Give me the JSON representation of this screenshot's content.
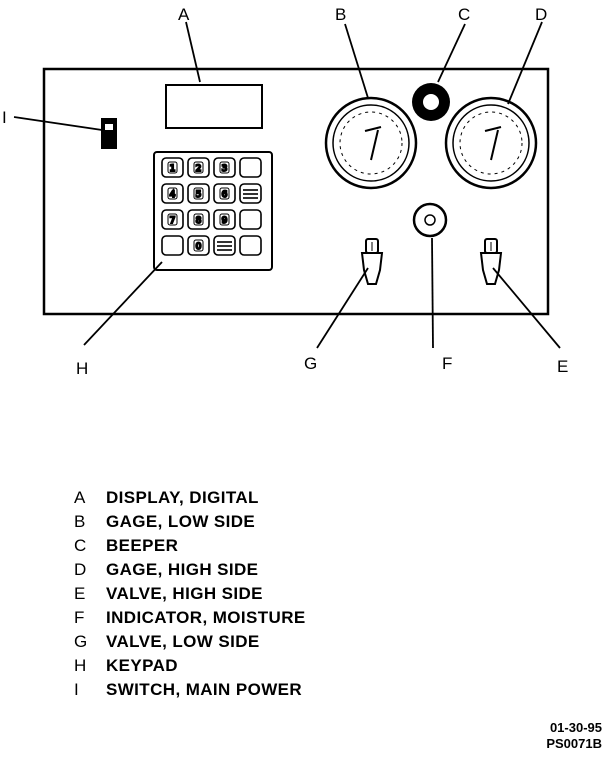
{
  "callouts": {
    "A": "A",
    "B": "B",
    "C": "C",
    "D": "D",
    "E": "E",
    "F": "F",
    "G": "G",
    "H": "H",
    "I": "I"
  },
  "keypad": {
    "keys": [
      "1",
      "2",
      "3",
      "",
      "4",
      "5",
      "6",
      "",
      "7",
      "8",
      "9",
      "",
      "",
      "0",
      "",
      ""
    ]
  },
  "legend": [
    {
      "letter": "A",
      "text": "DISPLAY, DIGITAL"
    },
    {
      "letter": "B",
      "text": "GAGE, LOW SIDE"
    },
    {
      "letter": "C",
      "text": "BEEPER"
    },
    {
      "letter": "D",
      "text": "GAGE, HIGH SIDE"
    },
    {
      "letter": "E",
      "text": "VALVE, HIGH SIDE"
    },
    {
      "letter": "F",
      "text": "INDICATOR, MOISTURE"
    },
    {
      "letter": "G",
      "text": "VALVE, LOW SIDE"
    },
    {
      "letter": "H",
      "text": "KEYPAD"
    },
    {
      "letter": "I",
      "text": "SWITCH, MAIN POWER"
    }
  ],
  "figure_id": {
    "date": "01-30-95",
    "number": "PS0071B"
  }
}
